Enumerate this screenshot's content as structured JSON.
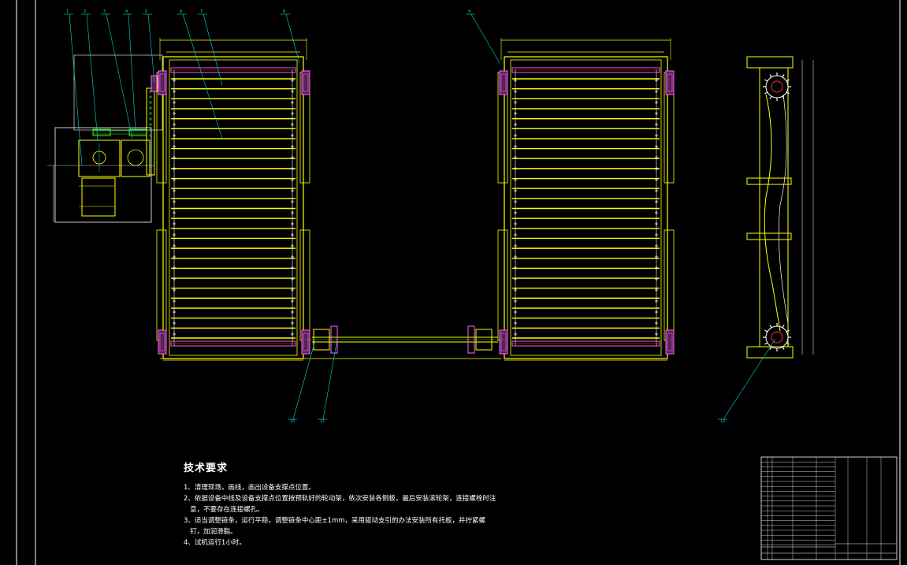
{
  "drawing": {
    "part_labels": [
      "1",
      "2",
      "3",
      "4",
      "5",
      "6",
      "7",
      "8",
      "9",
      "10",
      "11",
      "12"
    ],
    "colors": {
      "background": "#000000",
      "frame": "#ffffff",
      "structure": "#ffff00",
      "leader": "#00d8d8",
      "bearing": "#ff66ff",
      "accent": "#ff3333",
      "green": "#33ff33"
    }
  },
  "notes": {
    "title": "技术要求",
    "items": [
      "1、清理现场，画线，画出设备支撑点位置。",
      "2、依据设备中线及设备支撑点位置按预轨好的轮动架，依次安装各侧板，最后安装滚轮架，连接螺栓时注",
      "   意，不要存在连接螺孔。",
      "3、适当调整链条，运行平稳，调整链条中心距±1mm，采用驱动支引的办法安装所有托板，并拧紧螺",
      "   钉，加润滑脂。",
      "4、试机运行1小时。"
    ]
  }
}
